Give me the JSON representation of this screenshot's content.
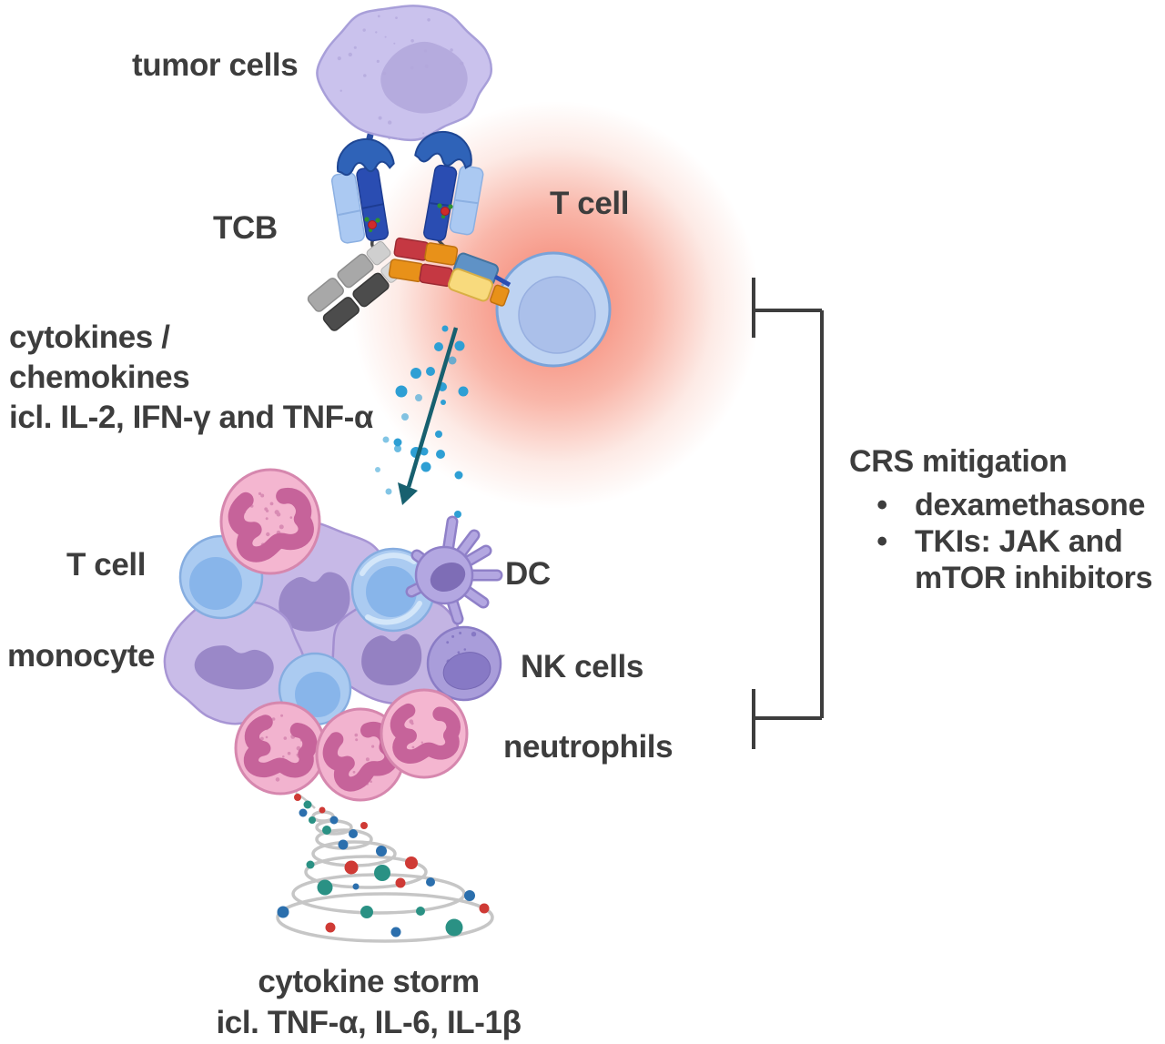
{
  "figure_labels": {
    "tumor_cells": "tumor cells",
    "tcb": "TCB",
    "t_cell": "T cell",
    "cytokines_line1": "cytokines /",
    "cytokines_line2": "chemokines",
    "cytokines_line3": "icl. IL-2, IFN-γ and TNF-α",
    "cluster_t_cell": "T cell",
    "monocyte": "monocyte",
    "dc": "DC",
    "nk_cells": "NK cells",
    "neutrophils": "neutrophils",
    "storm_line1": "cytokine storm",
    "storm_line2": "icl. TNF-α, IL-6, IL-1β"
  },
  "crs_mitigation": {
    "title": "CRS mitigation",
    "bullet_glyph": "•",
    "items": [
      {
        "line1": "dexamethasone",
        "line2": ""
      },
      {
        "line1": "TKIs: JAK and",
        "line2": "mTOR inhibitors"
      }
    ]
  },
  "colors": {
    "text": "#3d3d3d",
    "glow_red": "#f2604c",
    "tumor_cell_body": "#cac2ed",
    "t_cell_body": "#bed3f2",
    "monocyte_body": "#c7b9e7",
    "neutrophil_body": "#f4b6d0",
    "neutrophil_nucleus": "#c6639a",
    "dc_body": "#b3a7e1",
    "nk_body": "#a99dda",
    "cytokine_dot_blue": "#2e9fd4",
    "arrow_teal": "#17606f",
    "storm_dot_red": "#cf3a35",
    "storm_dot_teal": "#2a9184",
    "storm_dot_blue": "#2b6fad",
    "antibody_dark_blue": "#2a4db2",
    "antibody_light_blue": "#abc9f2",
    "fc_red": "#c53842",
    "fc_orange": "#e89119",
    "cd3_steel_blue": "#5f92c6",
    "cd3_yellow": "#f8da7d",
    "bracket": "#3d3d3d"
  }
}
